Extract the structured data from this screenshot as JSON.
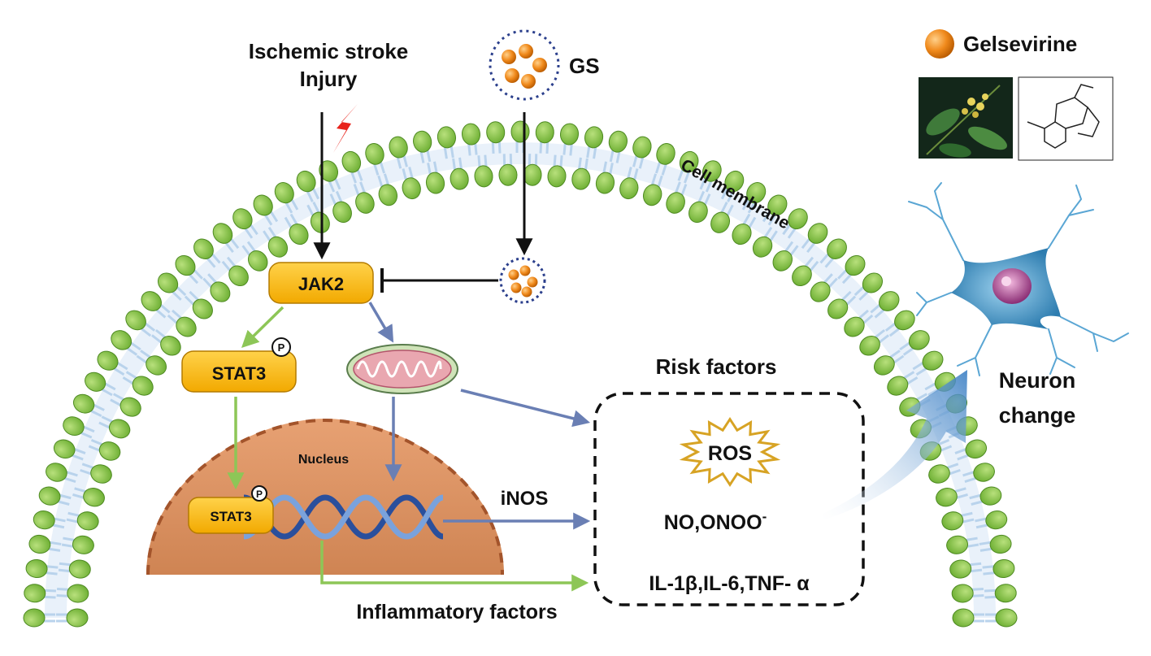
{
  "injury": {
    "line1": "Ischemic stroke",
    "line2": "Injury"
  },
  "gs_label": "GS",
  "membrane_label": "Cell membrane",
  "nodes": {
    "jak2": "JAK2",
    "stat3_cyto": "STAT3",
    "stat3_nuclear": "STAT3",
    "phospho": "P",
    "nucleus": "Nucleus"
  },
  "edges": {
    "inos": "iNOS",
    "inflammatory": "Inflammatory factors"
  },
  "risk": {
    "title": "Risk factors",
    "ros": "ROS",
    "no_line": "NO,ONOO",
    "no_sup": "-",
    "cytokines": "IL-1β,IL-6,TNF- α"
  },
  "legend": {
    "compound": "Gelsevirine"
  },
  "neuron": {
    "line1": "Neuron",
    "line2": "change"
  },
  "colors": {
    "phospholipid_head": "#8cc84b",
    "phospholipid_head_stroke": "#4e8a22",
    "phospholipid_tail": "#b9d3ec",
    "node_fill": "#f6b600",
    "nucleus_fill": "#d9915f",
    "activation_green": "#8dc657",
    "pathway_blue": "#6a7fb4",
    "gs_sphere": "#f08a1c",
    "injury_bolt": "#e8231b"
  }
}
